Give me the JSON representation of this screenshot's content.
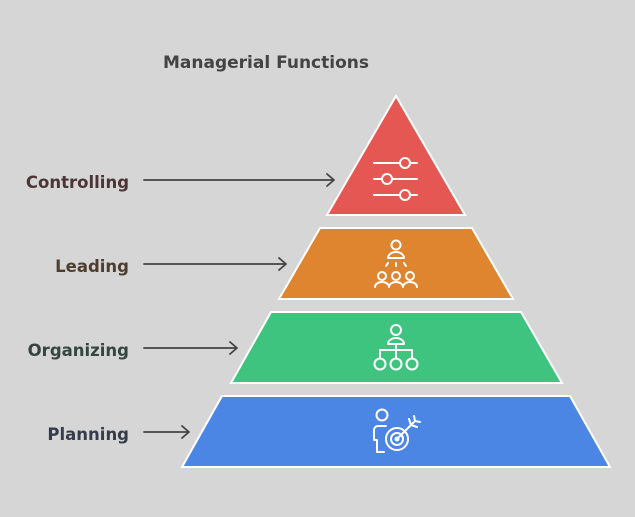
{
  "title": "Managerial Functions",
  "levels": [
    {
      "label": "Controlling",
      "color": "#e55753",
      "label_color": "#4d3535",
      "icon": "sliders-icon"
    },
    {
      "label": "Leading",
      "color": "#df842f",
      "label_color": "#4d3e30",
      "icon": "team-leader-icon"
    },
    {
      "label": "Organizing",
      "color": "#3ec47f",
      "label_color": "#354640",
      "icon": "org-chart-icon"
    },
    {
      "label": "Planning",
      "color": "#4c86e4",
      "label_color": "#353d4a",
      "icon": "person-target-icon"
    }
  ]
}
